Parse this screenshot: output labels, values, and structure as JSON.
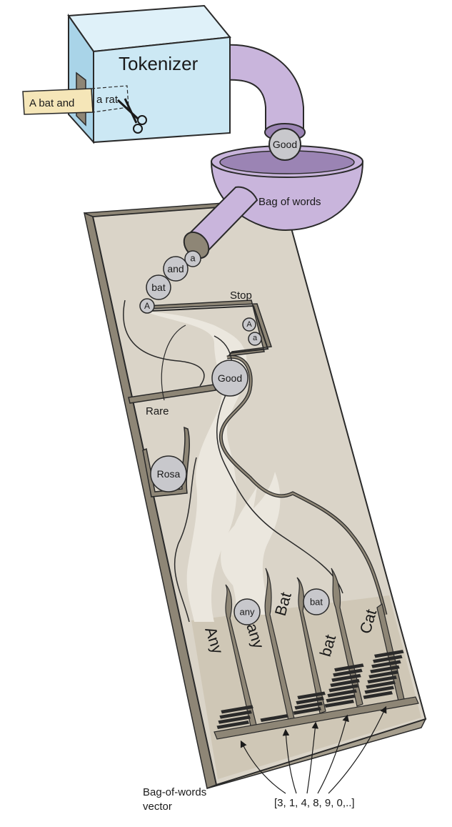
{
  "diagram": {
    "tokenizer": {
      "title": "Tokenizer"
    },
    "paper_strip": {
      "left_text": "A bat and",
      "right_text": "a rat"
    },
    "bag": {
      "label": "Bag of words",
      "token_in_pipe": "Good"
    },
    "queue_tokens": [
      "a",
      "and",
      "bat",
      "A"
    ],
    "stop": {
      "label": "Stop",
      "tokens": [
        "A",
        "a"
      ]
    },
    "good_token": "Good",
    "rare": {
      "label": "Rare",
      "token": "Rosa"
    },
    "bins": [
      {
        "label": "Any",
        "token": "",
        "stripes": 4
      },
      {
        "label": "any",
        "token": "any",
        "stripes": 1
      },
      {
        "label": "Bat",
        "token": "",
        "stripes": 4
      },
      {
        "label": "bat",
        "token": "bat",
        "stripes": 8
      },
      {
        "label": "Cat",
        "token": "",
        "stripes": 9
      }
    ],
    "vector": {
      "caption_line1": "Bag-of-words",
      "caption_line2": "vector",
      "value": "[3, 1, 4, 8, 9, 0,..]"
    }
  },
  "colors": {
    "box": "#cce8f4",
    "pipe": "#c9b5dc",
    "bag_inner": "#9b84b4",
    "board": "#dad4c8",
    "board_edge": "#8e8676",
    "channel": "#ebe7de",
    "ball": "#c8c8cc",
    "paper": "#f5e6b8"
  }
}
